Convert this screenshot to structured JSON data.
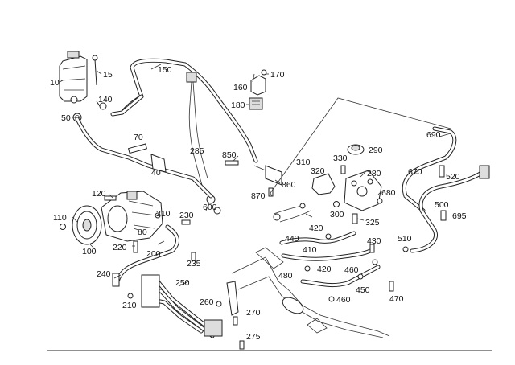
{
  "callouts": {
    "c10": "10",
    "c15": "15",
    "c50": "50",
    "c70": "70",
    "c40": "40",
    "c80": "80",
    "c100": "100",
    "c110": "110",
    "c120": "120",
    "c140": "140",
    "c150": "150",
    "c160": "160",
    "c170": "170",
    "c180": "180",
    "c200": "200",
    "c210a": "210",
    "c210b": "210",
    "c220": "220",
    "c230": "230",
    "c235": "235",
    "c240": "240",
    "c250": "250",
    "c260": "260",
    "c270": "270",
    "c275": "275",
    "c280": "280",
    "c285": "285",
    "c290": "290",
    "c300": "300",
    "c310": "310",
    "c320": "320",
    "c325": "325",
    "c330": "330",
    "c410": "410",
    "c420a": "420",
    "c420b": "420",
    "c430": "430",
    "c440": "440",
    "c450": "450",
    "c460a": "460",
    "c460b": "460",
    "c470": "470",
    "c480": "480",
    "c500": "500",
    "c510": "510",
    "c520": "520",
    "c600": "600",
    "c670": "670",
    "c680": "680",
    "c690": "690",
    "c695": "695",
    "c850": "850",
    "c860": "860",
    "c870": "870"
  }
}
